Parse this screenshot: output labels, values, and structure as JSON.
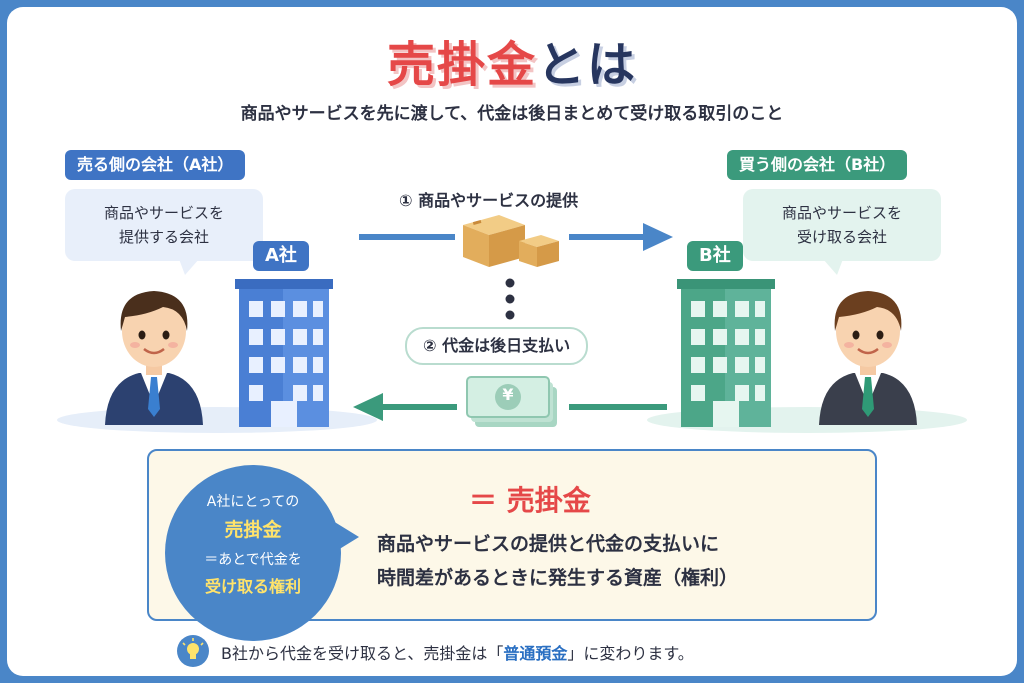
{
  "title": {
    "part1": "売掛金",
    "part2": "とは"
  },
  "subtitle": "商品やサービスを先に渡して、代金は後日まとめて受け取る取引のこと",
  "seller": {
    "tag": "売る側の会社（A社）",
    "bubble_line1": "商品やサービスを",
    "bubble_line2": "提供する会社",
    "company_label": "A社"
  },
  "buyer": {
    "tag": "買う側の会社（B社）",
    "bubble_line1": "商品やサービスを",
    "bubble_line2": "受け取る会社",
    "company_label": "B社"
  },
  "flow": {
    "step1": "① 商品やサービスの提供",
    "step2": "② 代金は後日支払い",
    "yen_symbol": "¥"
  },
  "definition": {
    "circle_line1": "A社にとっての",
    "circle_line2": "売掛金",
    "circle_line3": "＝あとで代金を",
    "circle_line4": "受け取る権利",
    "equals_title": "＝ 売掛金",
    "desc_line1": "商品やサービスの提供と代金の支払いに",
    "desc_line2": "時間差があるときに発生する資産（権利）"
  },
  "footer": {
    "text_before": "B社から代金を受け取ると、売掛金は「",
    "highlight": "普通預金",
    "text_after": "」に変わります。"
  },
  "colors": {
    "accent_blue": "#4a86c8",
    "accent_green": "#3b9a7c",
    "accent_red": "#e54848",
    "highlight_yellow": "#ffe36b"
  }
}
